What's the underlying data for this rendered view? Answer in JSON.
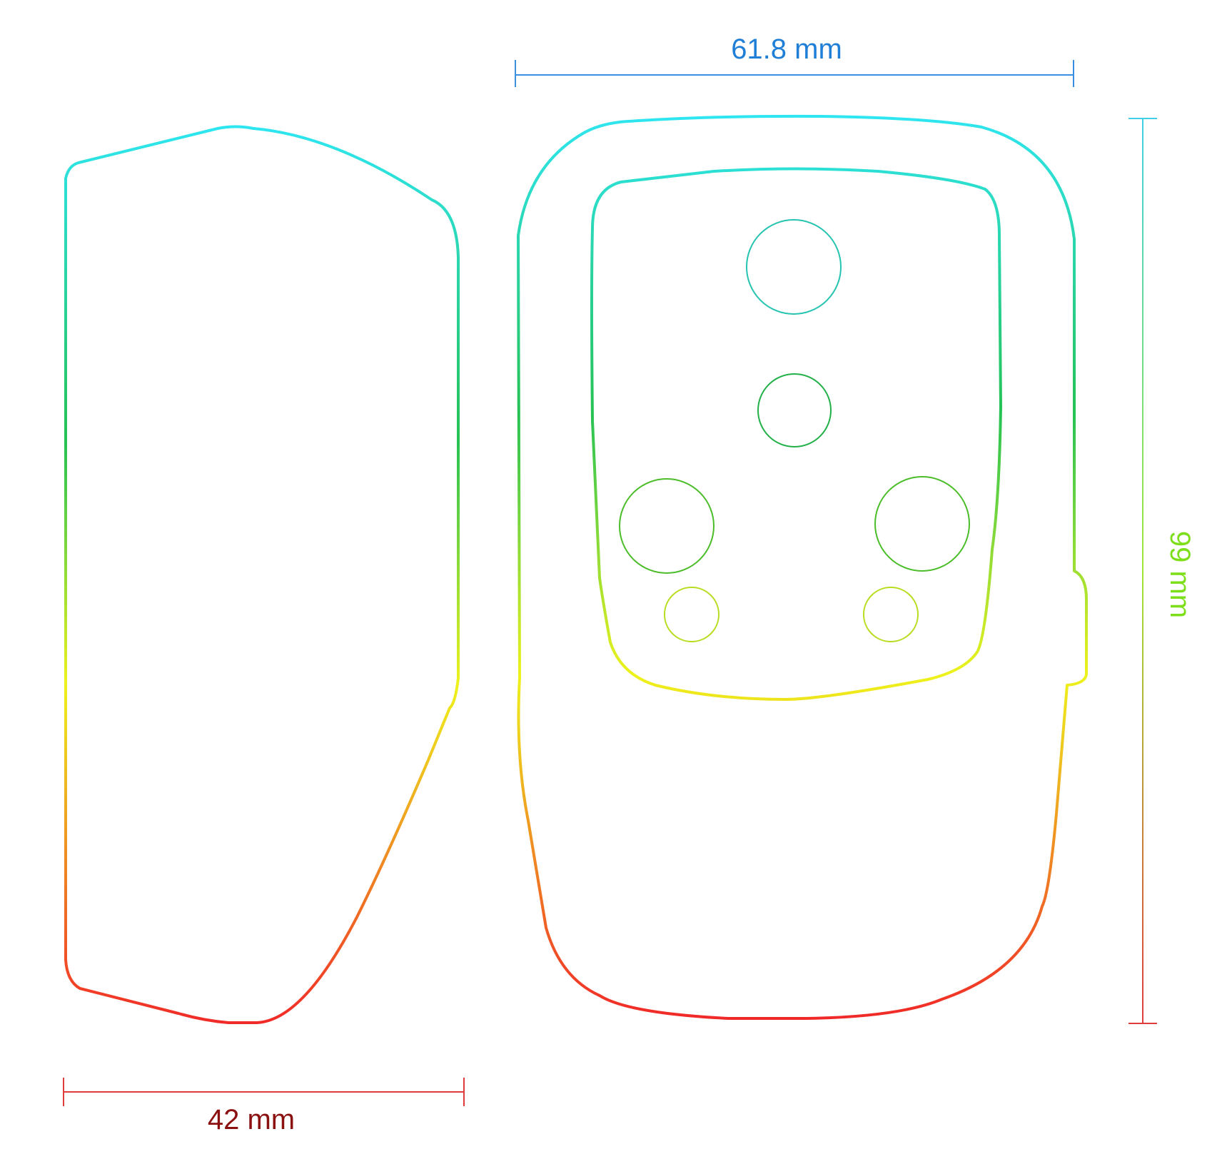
{
  "dimensions": {
    "top_width": {
      "label": "61.8 mm",
      "color": "#1f7fd6"
    },
    "height": {
      "label": "99 mm",
      "color": "#7dde1a"
    },
    "bottom_width": {
      "label": "42 mm",
      "color": "#8b1010"
    }
  },
  "colors": {
    "gradient_top": "#2ee6f2",
    "gradient_mid": "#25c254",
    "gradient_lower": "#eef21c",
    "gradient_bottom": "#f02828",
    "dim_line_top": "#3b8fe0",
    "dim_line_height_top": "#3fd0e6",
    "dim_line_height_bottom": "#e03c3c",
    "dim_line_bottom": "#e03c3c"
  }
}
